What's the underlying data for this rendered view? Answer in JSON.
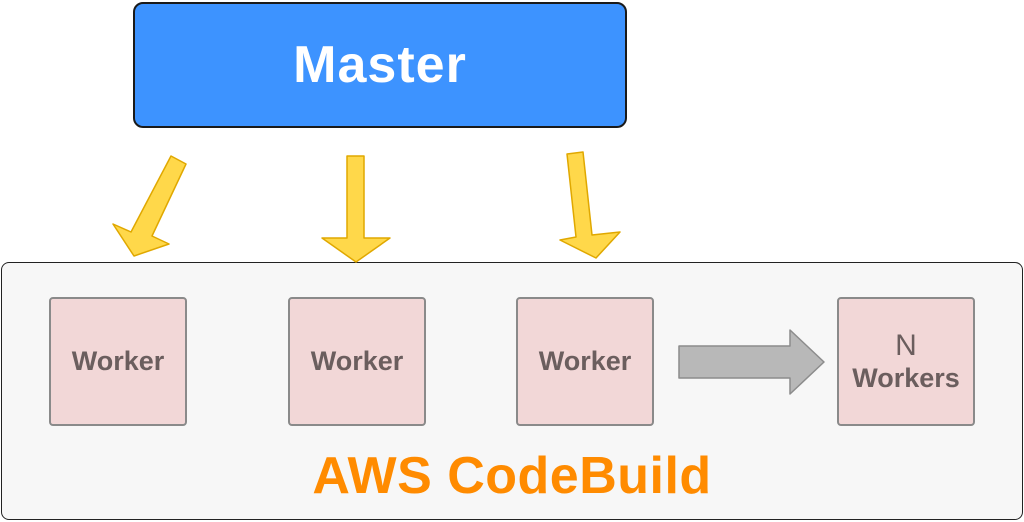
{
  "master": {
    "label": "Master"
  },
  "workers": [
    {
      "label": "Worker"
    },
    {
      "label": "Worker"
    },
    {
      "label": "Worker"
    }
  ],
  "n_workers": {
    "count_label": "N",
    "label": "Workers"
  },
  "codebuild": {
    "label": "AWS CodeBuild"
  },
  "colors": {
    "master_fill": "#3d93ff",
    "worker_fill": "#f2d7d7",
    "arrow_yellow": "#ffd84a",
    "arrow_gray": "#b8b8b8",
    "codebuild_text": "#ff8b00"
  }
}
